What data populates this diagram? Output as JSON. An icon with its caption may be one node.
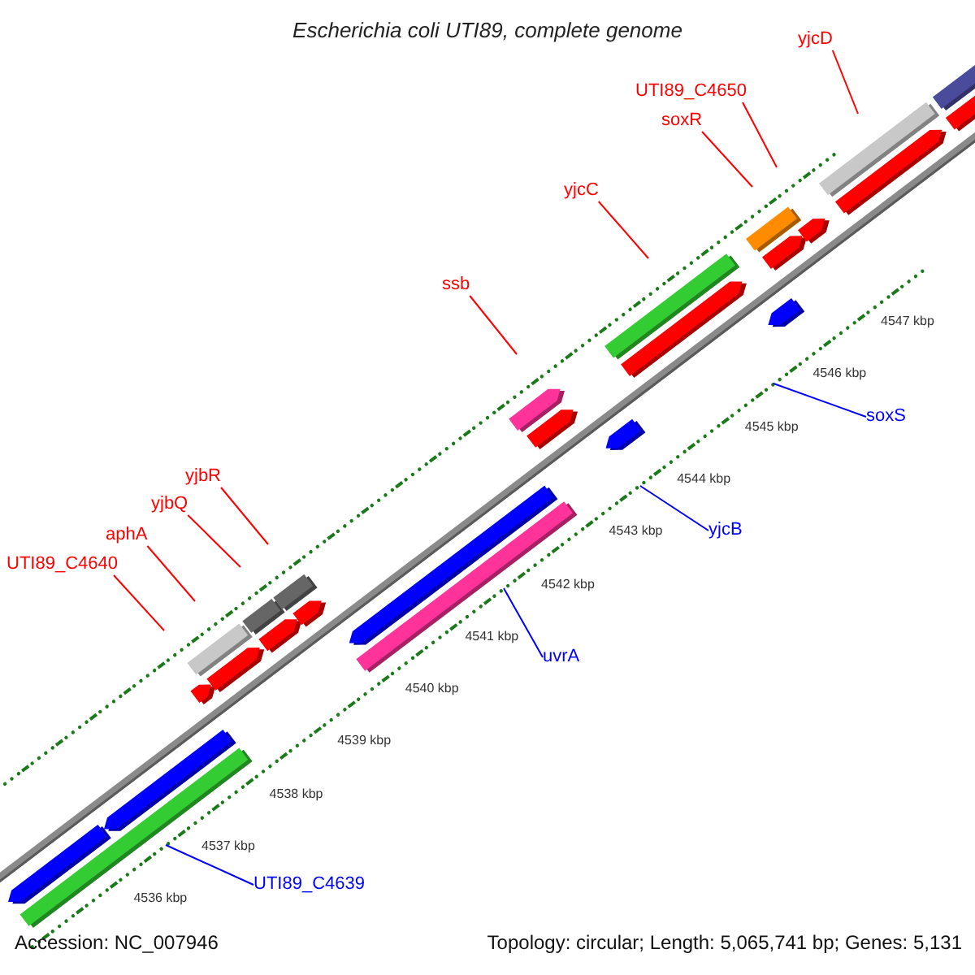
{
  "diagram": {
    "title": "Escherichia coli UTI89, complete genome",
    "nodes": [
      {
        "text": [
          "yjcD"
        ]
      },
      {
        "text": [
          "UTI89_C4650"
        ]
      },
      {
        "text": [
          "soxR"
        ]
      },
      {
        "text": [
          "yjcC"
        ]
      },
      {
        "text": [
          "ssb"
        ]
      },
      {
        "text": [
          "soxS"
        ]
      },
      {
        "text": [
          "yjbR"
        ]
      },
      {
        "text": [
          "yjcB"
        ]
      },
      {
        "text": [
          "yjbQ"
        ]
      },
      {
        "text": [
          "aphA"
        ]
      },
      {
        "text": [
          "UTI89_C4640"
        ]
      },
      {
        "text": [
          "uvrA"
        ]
      },
      {
        "text": [
          "UTI89_C4639"
        ]
      }
    ],
    "edges": [
      {
        "from": 0,
        "to": null,
        "arrow": "none"
      },
      {
        "from": 1,
        "to": null,
        "arrow": "none"
      },
      {
        "from": 2,
        "to": null,
        "arrow": "none"
      },
      {
        "from": 3,
        "to": null,
        "arrow": "none"
      },
      {
        "from": 4,
        "to": null,
        "arrow": "none"
      },
      {
        "from": 5,
        "to": null,
        "arrow": "none",
        "color": "#0000ff"
      },
      {
        "from": 6,
        "to": null,
        "arrow": "none"
      },
      {
        "from": 7,
        "to": null,
        "arrow": "none",
        "color": "#0000ff"
      },
      {
        "from": 8,
        "to": null,
        "arrow": "none"
      },
      {
        "from": 9,
        "to": null,
        "arrow": "none"
      },
      {
        "from": 10,
        "to": null,
        "arrow": "none"
      },
      {
        "from": 11,
        "to": null,
        "arrow": "none",
        "color": "#0000ff"
      },
      {
        "from": 12,
        "to": null,
        "arrow": "none",
        "color": "#0000ff"
      }
    ],
    "labels": [
      "4547 kbp",
      "4546 kbp",
      "4545 kbp",
      "4544 kbp",
      "4543 kbp",
      "4542 kbp",
      "4541 kbp",
      "4540 kbp",
      "4539 kbp",
      "4538 kbp",
      "4537 kbp",
      "4536 kbp",
      "Accession: NC_007946",
      "Topology: circular; Length: 5,065,741 bp; Genes: 5,131"
    ]
  }
}
